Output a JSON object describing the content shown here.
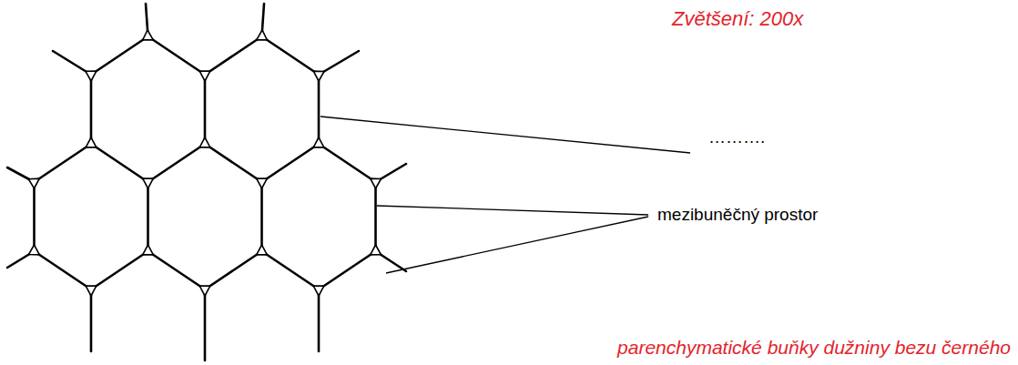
{
  "diagram": {
    "caption": "parenchymatické buňky dužniny bezu černého",
    "labels": [
      "Zvětšení: 200x",
      "……….",
      "mezibuněčný prostor"
    ]
  }
}
